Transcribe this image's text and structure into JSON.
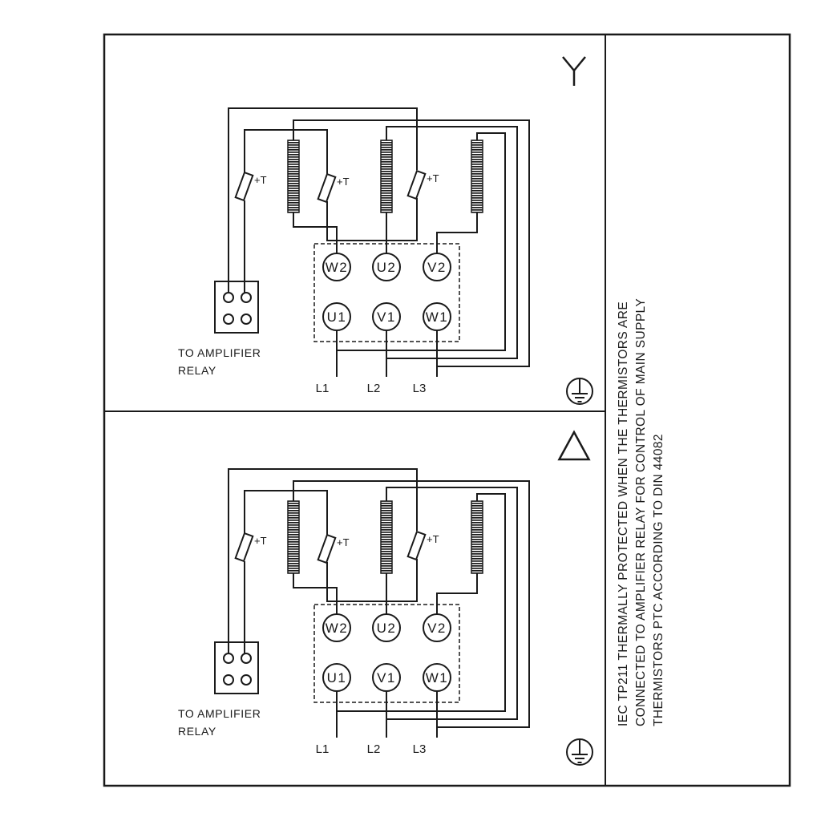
{
  "labels": {
    "terminals_top": [
      "W2",
      "U2",
      "V2"
    ],
    "terminals_bottom": [
      "U1",
      "V1",
      "W1"
    ],
    "phases": [
      "L1",
      "L2",
      "L3"
    ],
    "thermistor": "+T",
    "relay_note": [
      "TO AMPLIFIER",
      "RELAY"
    ]
  },
  "side_note": {
    "line1": "IEC TP211 THERMALLY PROTECTED WHEN THE THERMISTORS ARE",
    "line2": "CONNECTED TO AMPLIFIER RELAY FOR CONTROL OF MAIN SUPPLY",
    "line3": "THERMISTORS PTC ACCORDING TO DIN 44082"
  },
  "icons": {
    "star": "star-connection-symbol",
    "delta": "delta-connection-symbol",
    "ground": "protective-earth-symbol",
    "coil": "motor-winding-coil",
    "thermistor": "ptc-thermistor-symbol"
  },
  "colors": {
    "line": "#1a1a1a",
    "background": "#ffffff"
  }
}
